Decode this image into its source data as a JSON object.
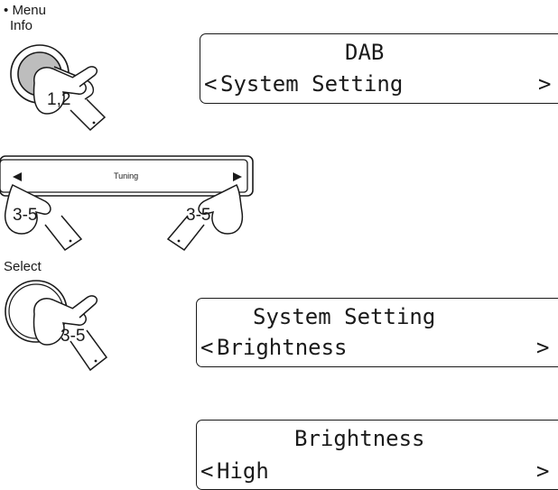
{
  "labels": {
    "menu_bullet": "•",
    "menu": "Menu",
    "info": "Info",
    "select": "Select",
    "tuning": "Tuning"
  },
  "steps": {
    "menu_button": "1,2",
    "tuning_left": "3-5",
    "tuning_right": "3-5",
    "select_button": "3-5"
  },
  "displays": [
    {
      "line1": "DAB",
      "line2_left": "<",
      "line2_text": "System Setting",
      "line2_right": ">"
    },
    {
      "line1": "System Setting",
      "line2_left": "<",
      "line2_text": "Brightness",
      "line2_right": ">"
    },
    {
      "line1": "Brightness",
      "line2_left": "<",
      "line2_text": "High",
      "line2_right": ">"
    }
  ],
  "icons": {
    "tuning_left_arrow": "left-triangle-icon",
    "tuning_right_arrow": "right-triangle-icon",
    "hand": "pointing-hand-icon"
  },
  "colors": {
    "ink": "#1a1a1a",
    "background": "#ffffff"
  }
}
